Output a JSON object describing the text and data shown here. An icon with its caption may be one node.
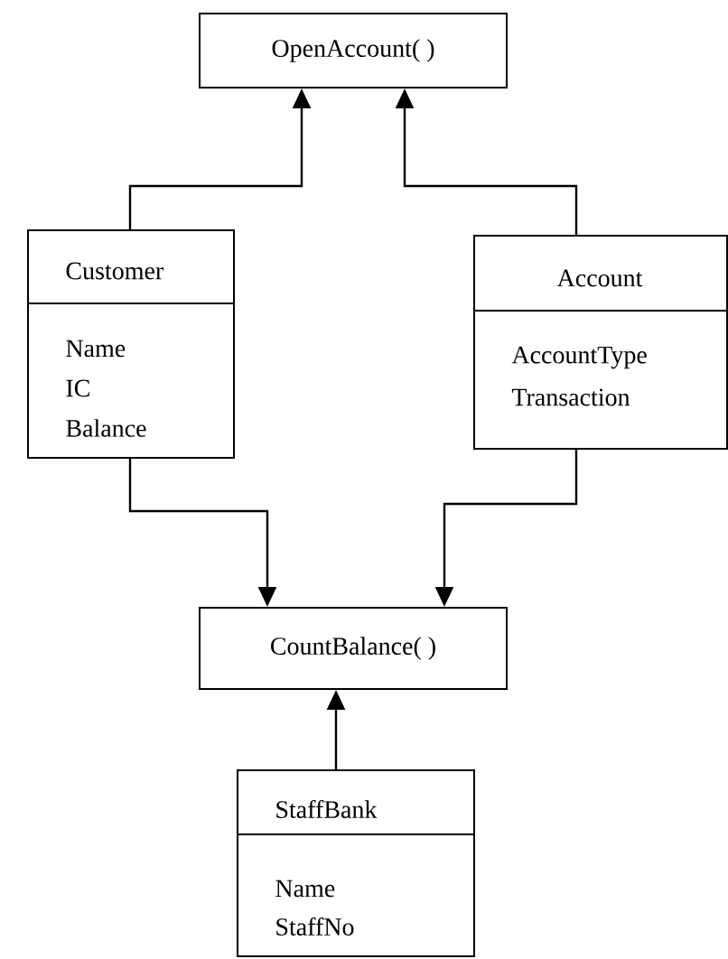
{
  "diagram": {
    "nodes": [
      {
        "text": [
          "OpenAccount( )"
        ]
      },
      {
        "text": [
          "Customer",
          "Name",
          "IC",
          "Balance"
        ]
      },
      {
        "text": [
          "Account",
          "AccountType",
          "Transaction"
        ]
      },
      {
        "text": [
          "CountBalance( )"
        ]
      },
      {
        "text": [
          "StaffBank",
          "Name",
          "StaffNo"
        ]
      }
    ],
    "edges": [
      {
        "from": 1,
        "to": 0,
        "arrow": "to"
      },
      {
        "from": 2,
        "to": 0,
        "arrow": "to"
      },
      {
        "from": 1,
        "to": 3,
        "arrow": "to"
      },
      {
        "from": 2,
        "to": 3,
        "arrow": "to"
      },
      {
        "from": 4,
        "to": 3,
        "arrow": "to"
      }
    ]
  }
}
